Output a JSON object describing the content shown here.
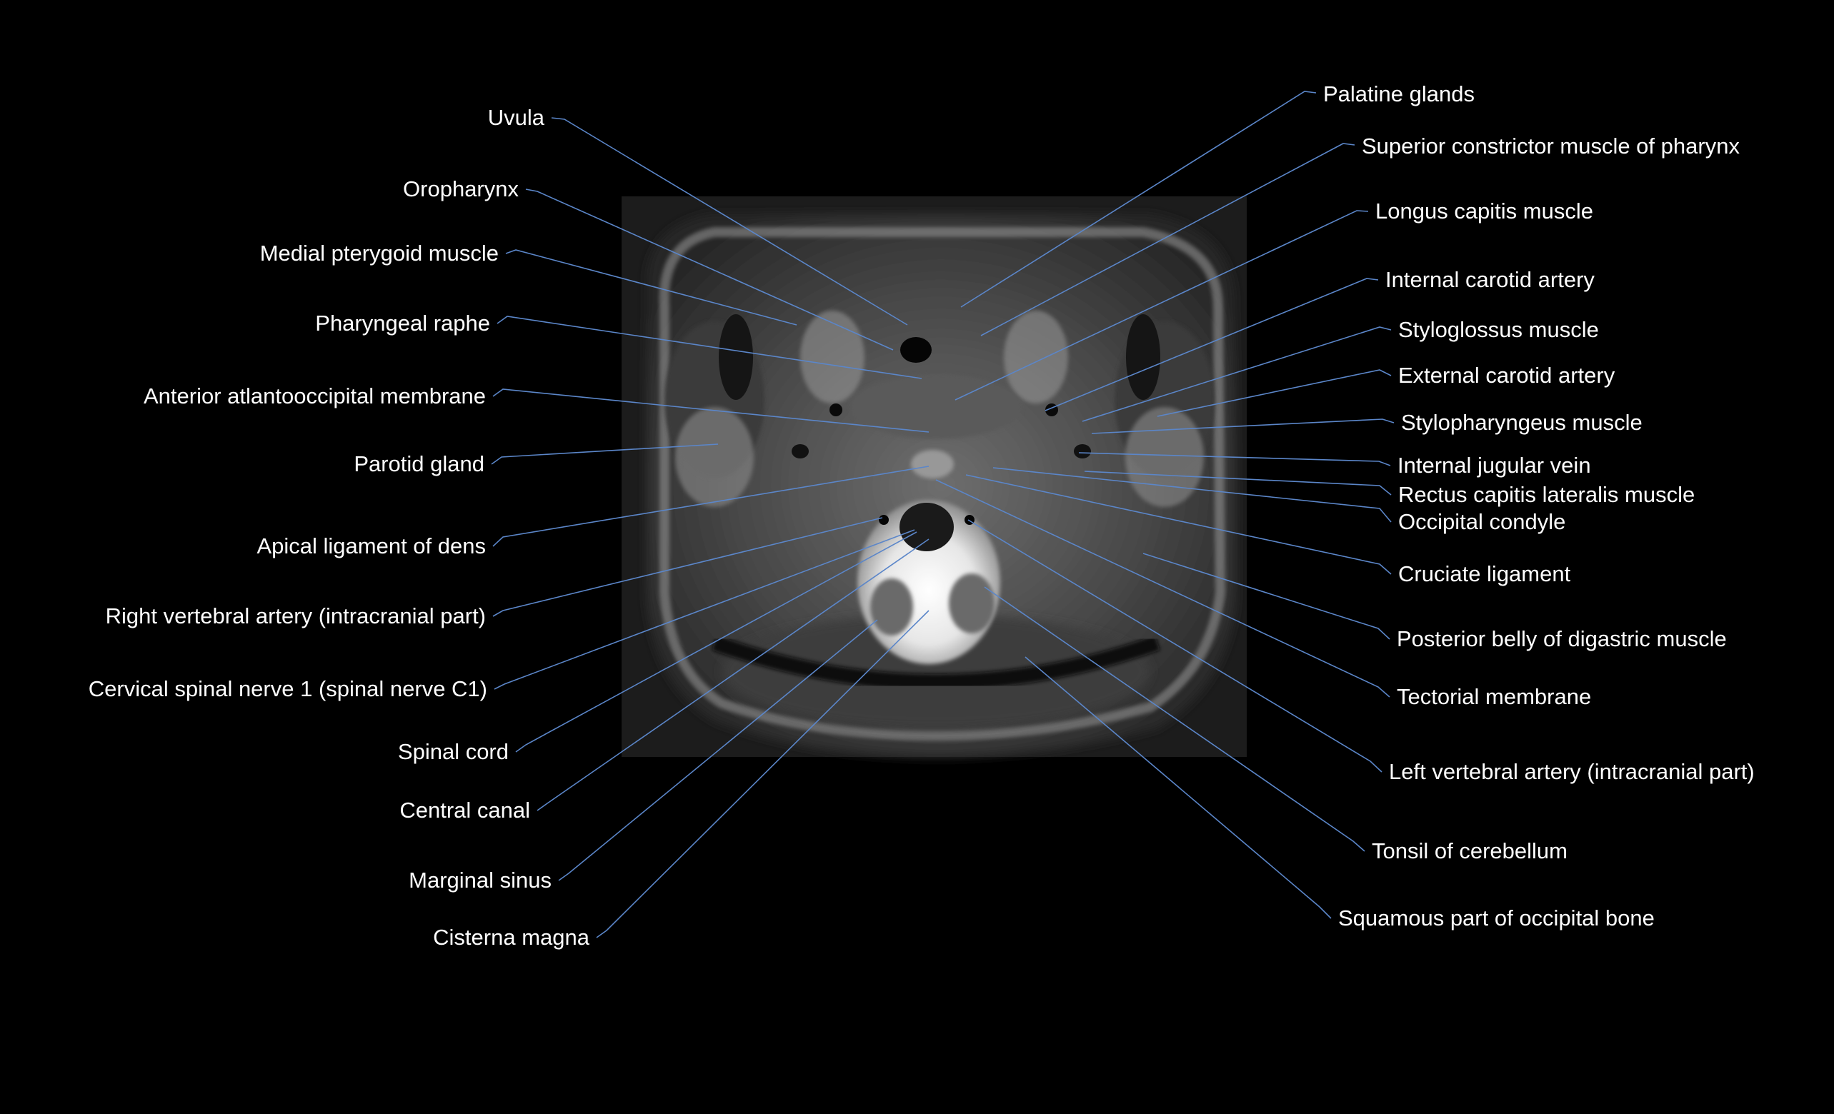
{
  "colors": {
    "background": "#000000",
    "label_text": "#ffffff",
    "leader_line": "#5b86c9"
  },
  "image": {
    "name": "axial-t2-mri-slice-craniocervical-junction"
  },
  "labels": {
    "left": [
      {
        "id": "uvula",
        "text": "Uvula"
      },
      {
        "id": "oropharynx",
        "text": "Oropharynx"
      },
      {
        "id": "medial-pterygoid-muscle",
        "text": "Medial pterygoid muscle"
      },
      {
        "id": "pharyngeal-raphe",
        "text": "Pharyngeal raphe"
      },
      {
        "id": "anterior-atlantooccipital-membrane",
        "text": "Anterior atlantooccipital membrane"
      },
      {
        "id": "parotid-gland",
        "text": "Parotid gland"
      },
      {
        "id": "apical-ligament-of-dens",
        "text": "Apical ligament of dens"
      },
      {
        "id": "right-vertebral-artery",
        "text": "Right vertebral artery (intracranial part)"
      },
      {
        "id": "cervical-spinal-nerve-1",
        "text": "Cervical spinal nerve 1 (spinal nerve C1)"
      },
      {
        "id": "spinal-cord",
        "text": "Spinal cord"
      },
      {
        "id": "central-canal",
        "text": "Central canal"
      },
      {
        "id": "marginal-sinus",
        "text": "Marginal sinus"
      },
      {
        "id": "cisterna-magna",
        "text": "Cisterna magna"
      }
    ],
    "right": [
      {
        "id": "palatine-glands",
        "text": "Palatine glands"
      },
      {
        "id": "superior-constrictor-muscle",
        "text": "Superior constrictor muscle of pharynx"
      },
      {
        "id": "longus-capitis-muscle",
        "text": "Longus capitis muscle"
      },
      {
        "id": "internal-carotid-artery",
        "text": "Internal carotid artery"
      },
      {
        "id": "styloglossus-muscle",
        "text": "Styloglossus muscle"
      },
      {
        "id": "external-carotid-artery",
        "text": "External carotid artery"
      },
      {
        "id": "stylopharyngeus-muscle",
        "text": "Stylopharyngeus muscle"
      },
      {
        "id": "internal-jugular-vein",
        "text": "Internal jugular vein"
      },
      {
        "id": "rectus-capitis-lateralis-muscle",
        "text": "Rectus capitis lateralis muscle"
      },
      {
        "id": "occipital-condyle",
        "text": "Occipital condyle"
      },
      {
        "id": "cruciate-ligament",
        "text": "Cruciate ligament"
      },
      {
        "id": "posterior-belly-of-digastric-muscle",
        "text": "Posterior belly of digastric muscle"
      },
      {
        "id": "tectorial-membrane",
        "text": "Tectorial membrane"
      },
      {
        "id": "left-vertebral-artery",
        "text": "Left vertebral artery (intracranial part)"
      },
      {
        "id": "tonsil-of-cerebellum",
        "text": "Tonsil of cerebellum"
      },
      {
        "id": "squamous-part-of-occipital-bone",
        "text": "Squamous part of occipital bone"
      }
    ]
  }
}
